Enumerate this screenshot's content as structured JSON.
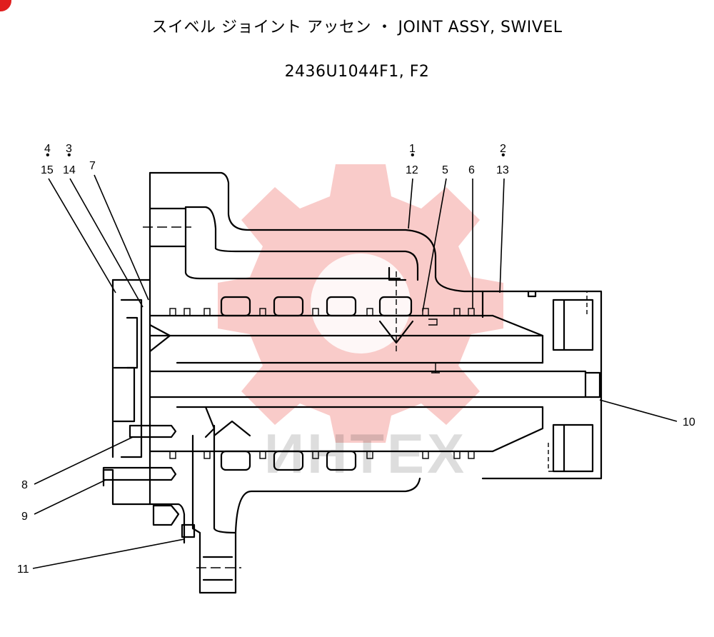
{
  "title_line1": "スイベル ジョイント アッセン ・ JOINT ASSY, SWIVEL",
  "title_line2": "2436U1044F1, F2",
  "watermark_text": "ИНТЕХ",
  "colors": {
    "watermark": "#e8433c",
    "ink": "#000000"
  },
  "callouts": {
    "c4": "4",
    "c15": "15",
    "c3": "3",
    "c14": "14",
    "c7": "7",
    "c1": "1",
    "c12": "12",
    "c5": "5",
    "c6": "6",
    "c2": "2",
    "c13": "13",
    "c10": "10",
    "c8": "8",
    "c9": "9",
    "c11": "11"
  }
}
